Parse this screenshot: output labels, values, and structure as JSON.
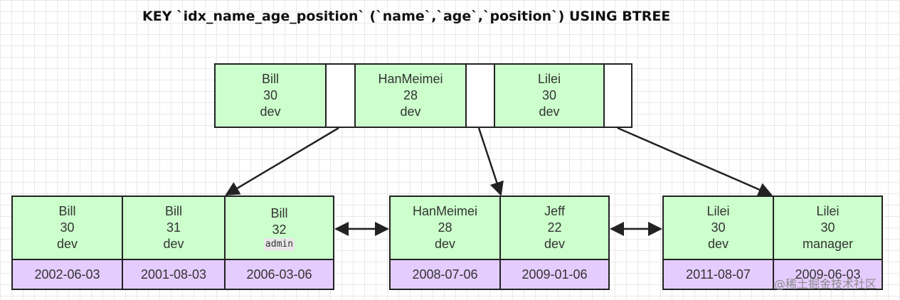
{
  "title": "KEY `idx_name_age_position` (`name`,`age`,`position`) USING BTREE",
  "root": {
    "keys": [
      {
        "name": "Bill",
        "age": "30",
        "position": "dev"
      },
      {
        "name": "HanMeimei",
        "age": "28",
        "position": "dev"
      },
      {
        "name": "Lilei",
        "age": "30",
        "position": "dev"
      }
    ]
  },
  "leaves": [
    {
      "keys": [
        {
          "name": "Bill",
          "age": "30",
          "position": "dev"
        },
        {
          "name": "Bill",
          "age": "31",
          "position": "dev"
        },
        {
          "name": "Bill",
          "age": "32",
          "position": "admin"
        }
      ],
      "rows": [
        "2002-06-03",
        "2001-08-03",
        "2006-03-06"
      ]
    },
    {
      "keys": [
        {
          "name": "HanMeimei",
          "age": "28",
          "position": "dev"
        },
        {
          "name": "Jeff",
          "age": "22",
          "position": "dev"
        }
      ],
      "rows": [
        "2008-07-06",
        "2009-01-06"
      ]
    },
    {
      "keys": [
        {
          "name": "Lilei",
          "age": "30",
          "position": "dev"
        },
        {
          "name": "Lilei",
          "age": "30",
          "position": "manager"
        }
      ],
      "rows": [
        "2011-08-07",
        "2009-06-03"
      ]
    }
  ],
  "watermark": "@稀土掘金技术社区",
  "colors": {
    "key_fill": "#ccffcc",
    "row_fill": "#e5ccff",
    "border": "#222222"
  }
}
